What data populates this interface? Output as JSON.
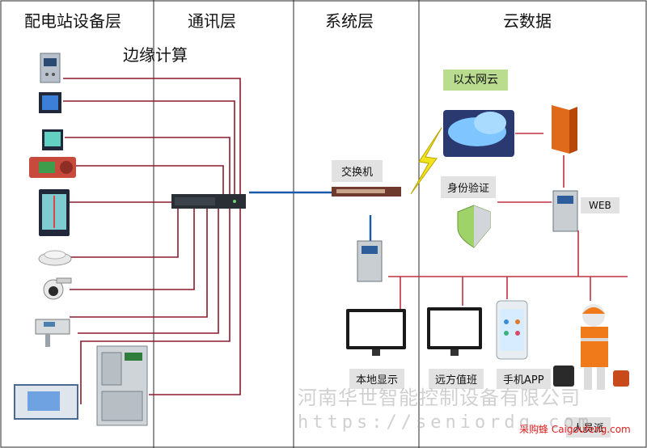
{
  "headers": {
    "col1": "配电站设备层",
    "col2": "通讯层",
    "col3": "系统层",
    "col4": "云数据",
    "edge": "边缘计算"
  },
  "labels": {
    "ethernet_cloud": "以太网云",
    "switch": "交换机",
    "auth": "身份验证",
    "web": "WEB",
    "local_display": "本地显示",
    "remote_duty": "远方值班",
    "mobile_app": "手机APP",
    "staff": "人员派"
  },
  "watermark": {
    "company": "河南华世智能控制设备有限公司",
    "site": "https://seniordq.com",
    "brand": "采购蜂 Caigoufeng.com"
  },
  "colors": {
    "wire": "#8b1a2a",
    "blue_link": "#1a5aa8",
    "divider": "#2a2a2a",
    "label_bg": "#e2e2e2",
    "cloud_label_bg": "#b9dc8f",
    "brand_red": "#e02020"
  }
}
